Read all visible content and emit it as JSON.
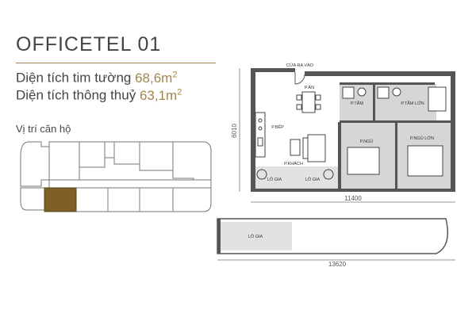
{
  "header": {
    "title": "OFFICETEL 01",
    "area_wall_label": "Diện tích tim tường",
    "area_wall_value": "68,6m",
    "area_clear_label": "Diện tích thông thuỷ",
    "area_clear_value": "63,1m",
    "area_superscript": "2"
  },
  "location": {
    "label": "Vị trí căn hộ"
  },
  "plan": {
    "rooms": {
      "entry": "CỬA RA VÀO",
      "dining": "P.ĂN",
      "kitchen": "P.BẾP",
      "living": "P.KHÁCH",
      "bath": "P.TẮM",
      "master_bath": "P.TẮM LỚN",
      "bedroom": "P.NGỦ",
      "master_bedroom": "P.NGỦ LỚN",
      "loggia_1": "LÔ GIA",
      "loggia_2": "LÔ GIA",
      "loggia_3": "LÔ GIA"
    },
    "dimensions": {
      "height": "6010",
      "width": "11400",
      "total_width": "13620"
    }
  },
  "colors": {
    "accent": "#a3864a",
    "highlight_unit": "#7e5f26",
    "wall": "#555555",
    "floor_grey": "#d6d6d6"
  }
}
